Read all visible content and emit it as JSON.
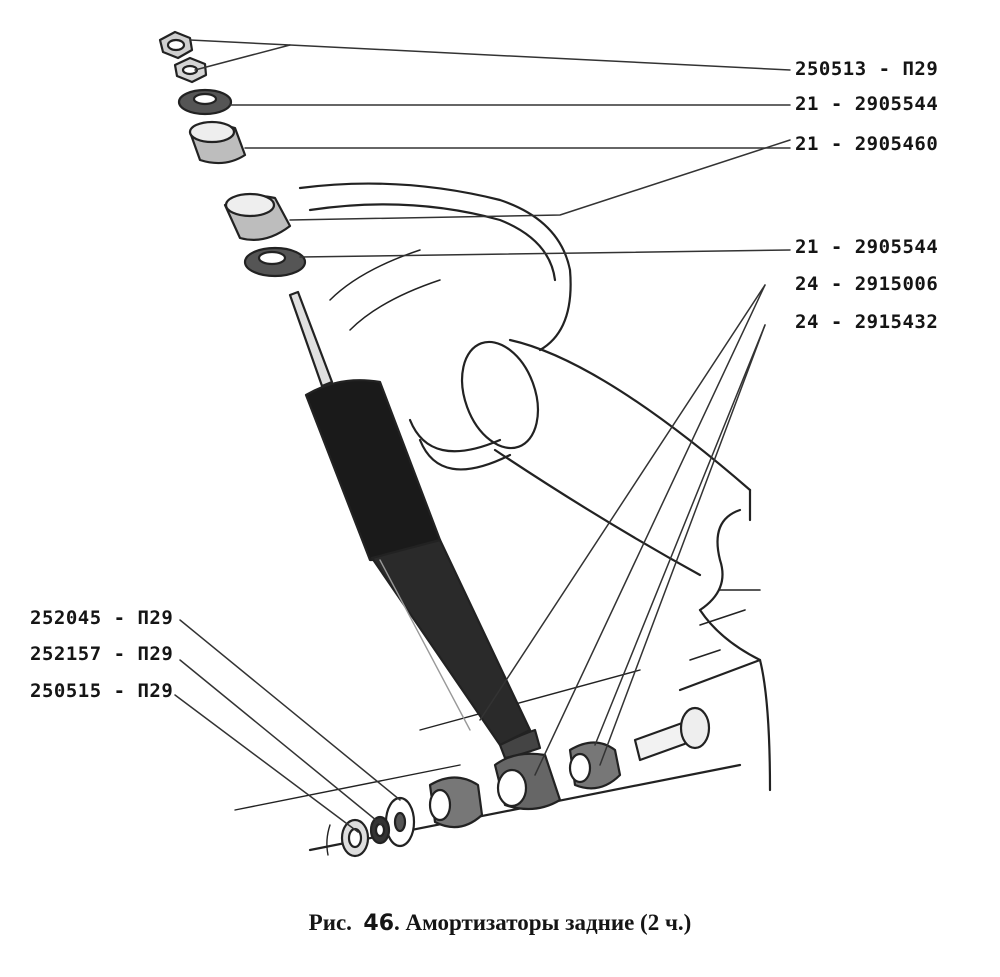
{
  "labels": {
    "p1": "250513 - П29",
    "p2": "21 - 2905544",
    "p3": "21 - 2905460",
    "p4": "21 - 2905544",
    "p5": "24 - 2915006",
    "p6": "24 - 2915432",
    "p7": "252045 - П29",
    "p8": "252157 - П29",
    "p9": "250515 - П29"
  },
  "caption": {
    "prefix": "Рис.",
    "number": "46",
    "title": ". Амортизаторы задние (2 ч.)"
  }
}
